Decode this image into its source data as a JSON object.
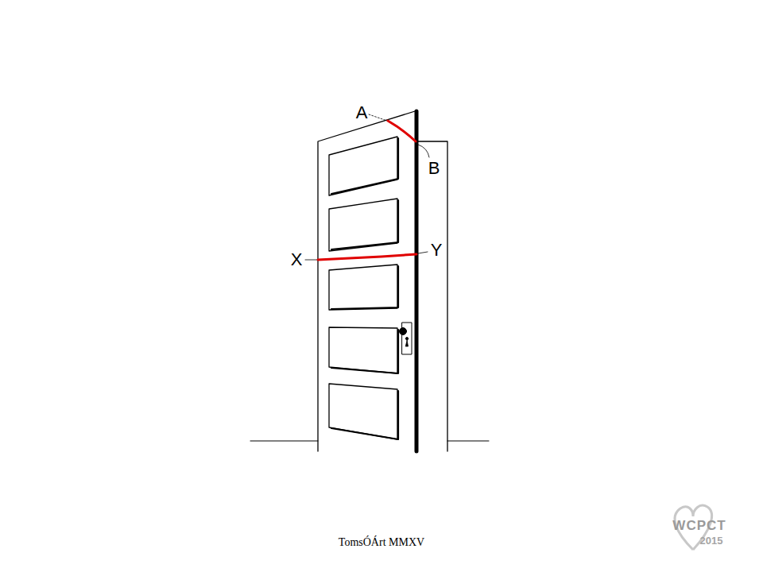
{
  "diagram": {
    "caption": "TomsÓÁrt MMXV",
    "labels": [
      "A",
      "B",
      "X",
      "Y",
      "WCPCT",
      "2015"
    ]
  }
}
